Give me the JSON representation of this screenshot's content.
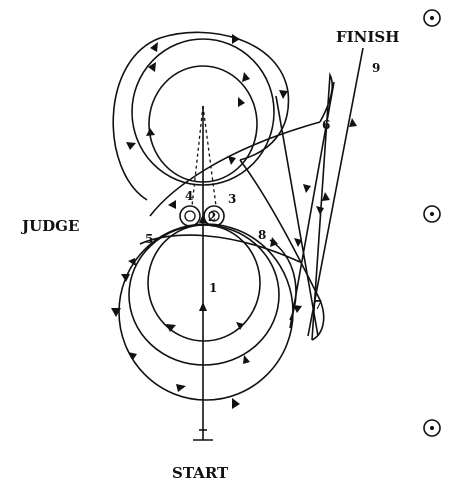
{
  "labels": {
    "finish": "FINISH",
    "start": "START",
    "judge": "JUDGE"
  },
  "markers": [
    {
      "number": "1"
    },
    {
      "number": "2"
    },
    {
      "number": "3"
    },
    {
      "number": "4"
    },
    {
      "number": "5"
    },
    {
      "number": "6"
    },
    {
      "number": "7"
    },
    {
      "number": "8"
    },
    {
      "number": "9"
    }
  ],
  "icons": {
    "cone": "target-icon",
    "barrel": "barrel-icon"
  },
  "colors": {
    "ink": "#111111",
    "background": "#ffffff"
  }
}
